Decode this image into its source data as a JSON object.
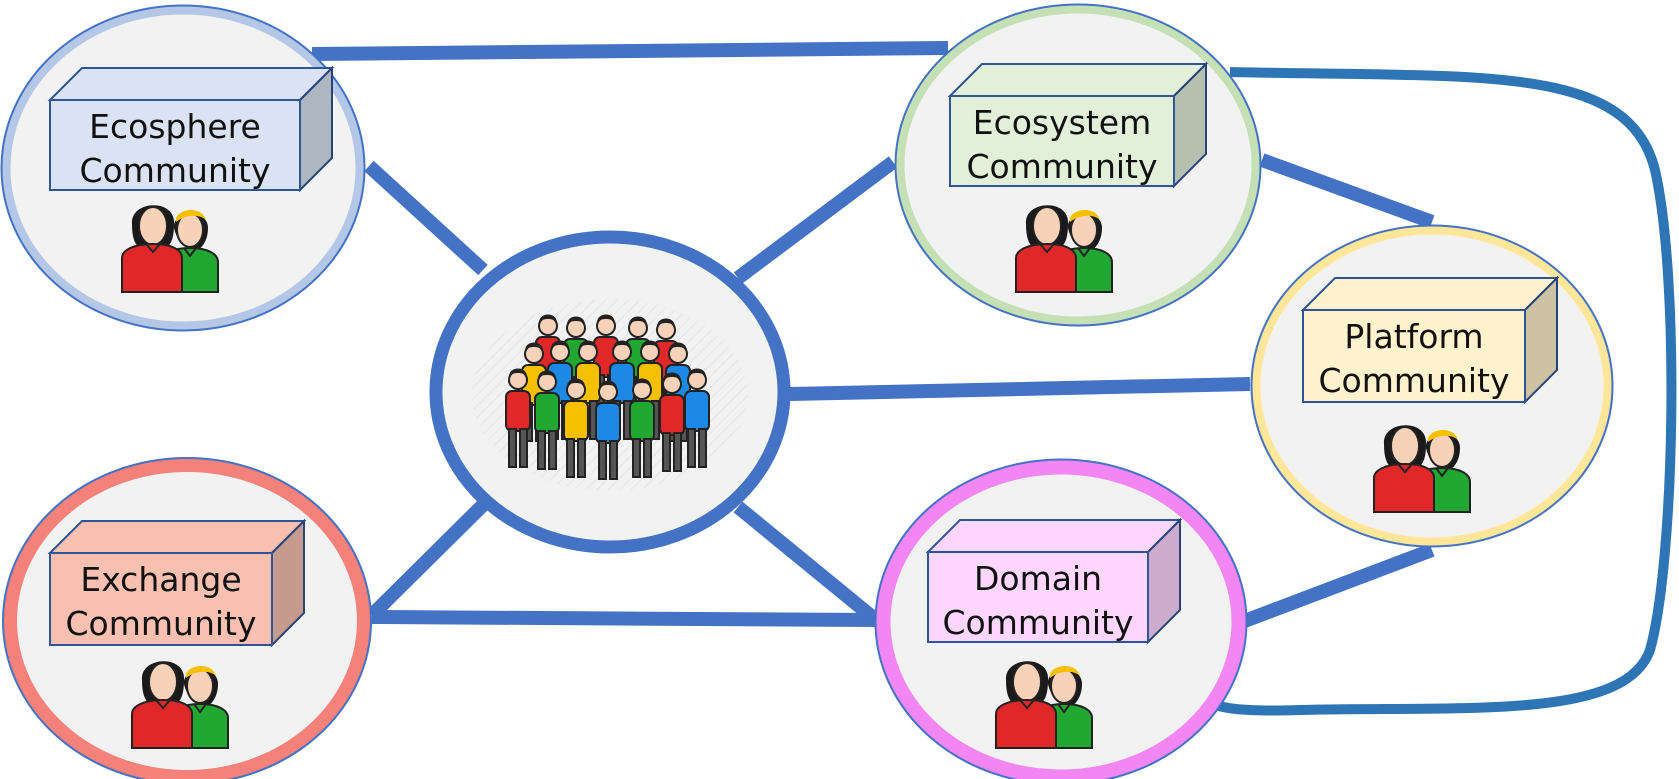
{
  "colors": {
    "connector": "#4472C4",
    "loop_connector": "#2E75B6",
    "ecosphere": {
      "ring": "#B4C7E7",
      "box": "#DAE3F3",
      "edge": "#2F5597"
    },
    "ecosystem": {
      "ring": "#C5E0B4",
      "box": "#E2F0D9",
      "edge": "#2F5597"
    },
    "platform": {
      "ring": "#FFE699",
      "box": "#FFF2CC",
      "edge": "#2F5597"
    },
    "exchange": {
      "ring": "#F4817A",
      "box": "#F8C0B0",
      "edge": "#2F5597"
    },
    "domain": {
      "ring": "#F286F2",
      "box": "#FFD6FF",
      "edge": "#2F5597"
    },
    "center": {
      "ring": "#4472C4",
      "fill": "#F2F2F2"
    }
  },
  "center_node": {
    "icon": "crowd-icon"
  },
  "communities": [
    {
      "id": "ecosphere",
      "line1": "Ecosphere",
      "line2": "Community",
      "icon": "people-pair-icon"
    },
    {
      "id": "ecosystem",
      "line1": "Ecosystem",
      "line2": "Community",
      "icon": "people-pair-icon"
    },
    {
      "id": "platform",
      "line1": "Platform",
      "line2": "Community",
      "icon": "people-pair-icon"
    },
    {
      "id": "exchange",
      "line1": "Exchange",
      "line2": "Community",
      "icon": "people-pair-icon"
    },
    {
      "id": "domain",
      "line1": "Domain",
      "line2": "Community",
      "icon": "people-pair-icon"
    }
  ]
}
